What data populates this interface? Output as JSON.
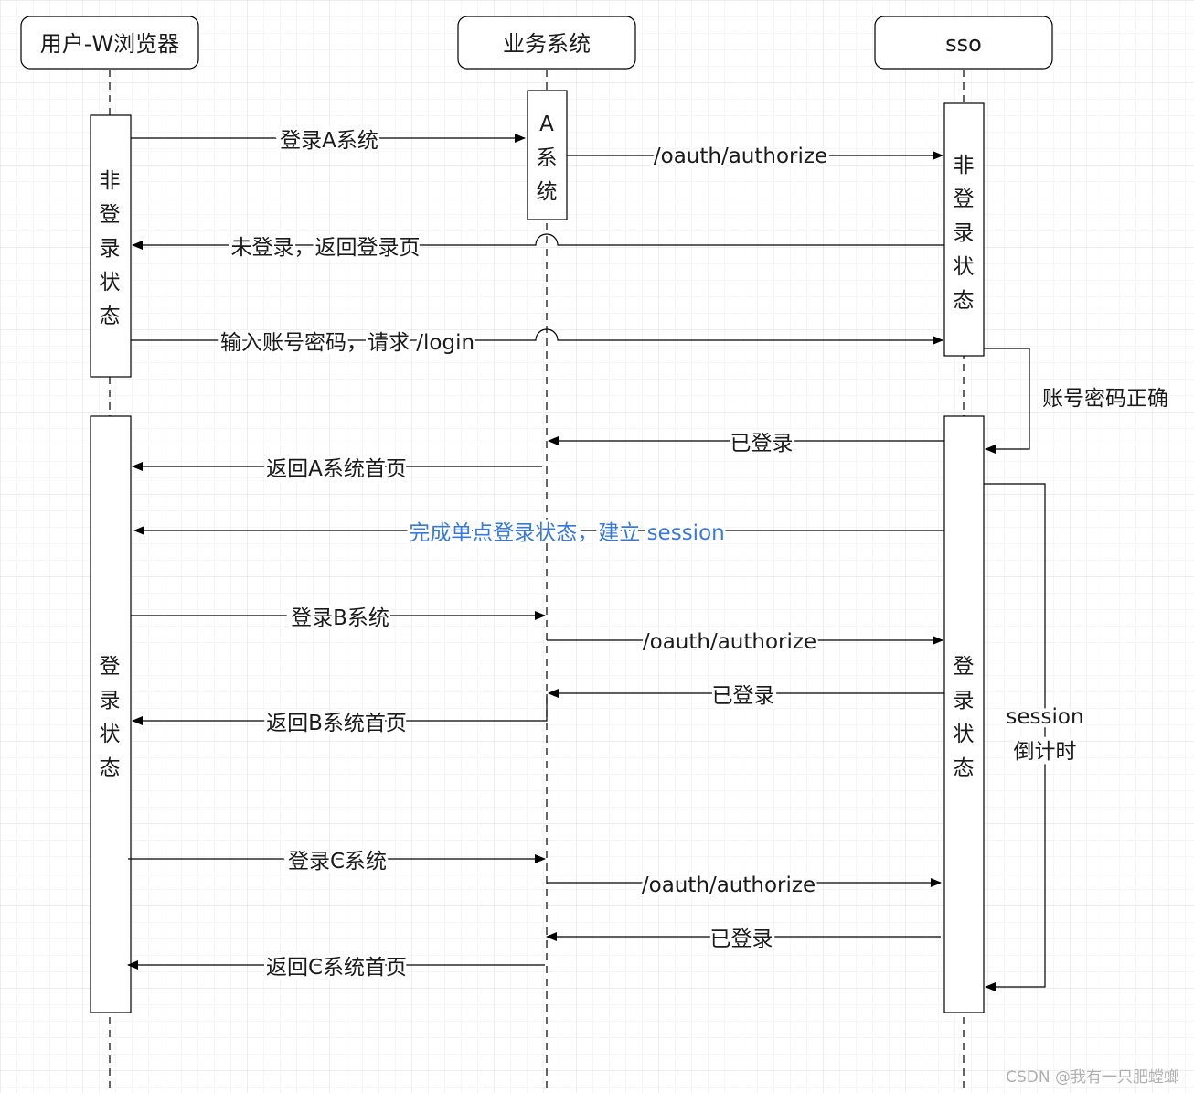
{
  "participants": {
    "user": "用户-W浏览器",
    "biz": "业务系统",
    "sso": "sso"
  },
  "activations": {
    "user_not_logged": "非登录状态",
    "biz_a": "A系统",
    "sso_not_logged": "非登录状态",
    "user_logged": "登录状态",
    "sso_logged": "登录状态"
  },
  "messages": [
    "登录A系统",
    "/oauth/authorize",
    "未登录，返回登录页",
    "输入账号密码，请求 /login",
    "已登录",
    "返回A系统首页",
    "完成单点登录状态，建立 session",
    "登录B系统",
    "/oauth/authorize",
    "已登录",
    "返回B系统首页",
    "登录C系统",
    "/oauth/authorize",
    "已登录",
    "返回C系统首页"
  ],
  "notes": {
    "credentials_ok": "账号密码正确",
    "session_countdown_1": "session",
    "session_countdown_2": "倒计时"
  },
  "colors": {
    "highlight": "#3a78d8",
    "grid": "#e6e6e6",
    "line": "#000000"
  },
  "watermark": "CSDN @我有一只肥螳螂"
}
